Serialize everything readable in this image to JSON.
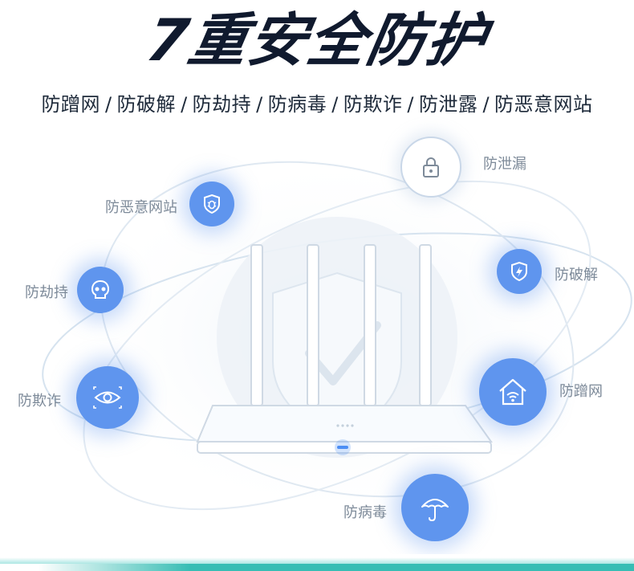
{
  "headline": "7重安全防护",
  "subline": {
    "items": [
      "防蹭网",
      "防破解",
      "防劫持",
      "防病毒",
      "防欺诈",
      "防泄露",
      "防恶意网站"
    ],
    "separator": "/"
  },
  "features": {
    "leak": {
      "label": "防泄漏",
      "icon": "lock-icon"
    },
    "malicious_site": {
      "label": "防恶意网站",
      "icon": "bug-shield-icon"
    },
    "crack": {
      "label": "防破解",
      "icon": "lightning-shield-icon"
    },
    "hijack": {
      "label": "防劫持",
      "icon": "skull-icon"
    },
    "fraud": {
      "label": "防欺诈",
      "icon": "eye-icon"
    },
    "freeload": {
      "label": "防蹭网",
      "icon": "home-wifi-icon"
    },
    "virus": {
      "label": "防病毒",
      "icon": "umbrella-icon"
    }
  },
  "colors": {
    "accent": "#5f95ee",
    "headline": "#101a2e",
    "label": "#7d8a99",
    "stripe": "#37bdb4"
  }
}
